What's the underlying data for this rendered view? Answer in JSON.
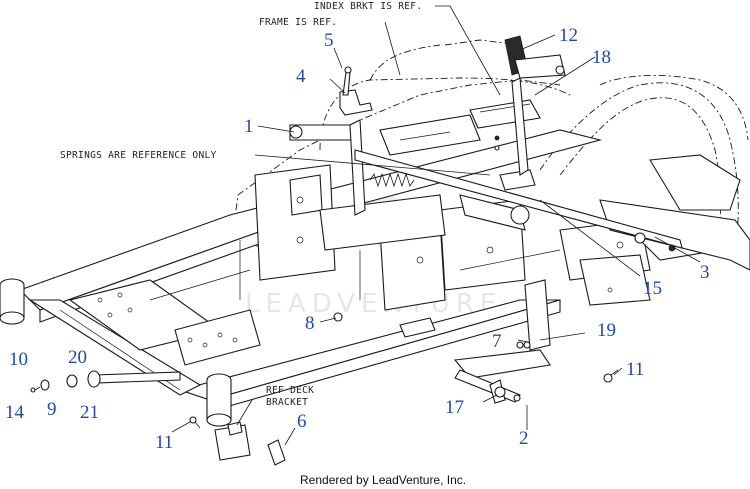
{
  "diagram": {
    "notes": {
      "index_bracket": "INDEX BRKT IS REF.",
      "frame": "FRAME IS REF.",
      "springs": "SPRINGS ARE REFERENCE ONLY",
      "ref_deck_line1": "REF DECK",
      "ref_deck_line2": "BRACKET"
    },
    "callouts": [
      {
        "id": "c1",
        "label": "1"
      },
      {
        "id": "c2",
        "label": "2"
      },
      {
        "id": "c3",
        "label": "3"
      },
      {
        "id": "c4",
        "label": "4"
      },
      {
        "id": "c5",
        "label": "5"
      },
      {
        "id": "c6",
        "label": "6"
      },
      {
        "id": "c7",
        "label": "7"
      },
      {
        "id": "c8",
        "label": "8"
      },
      {
        "id": "c9",
        "label": "9"
      },
      {
        "id": "c10",
        "label": "10"
      },
      {
        "id": "c11a",
        "label": "11"
      },
      {
        "id": "c11b",
        "label": "11"
      },
      {
        "id": "c12",
        "label": "12"
      },
      {
        "id": "c14",
        "label": "14"
      },
      {
        "id": "c15",
        "label": "15"
      },
      {
        "id": "c17",
        "label": "17"
      },
      {
        "id": "c18",
        "label": "18"
      },
      {
        "id": "c19",
        "label": "19"
      },
      {
        "id": "c20",
        "label": "20"
      },
      {
        "id": "c21",
        "label": "21"
      }
    ],
    "watermark": "LEADVENTURE",
    "footer": "Rendered by LeadVenture, Inc.",
    "colors": {
      "callout": "#1f4aa8",
      "line": "#1a1a1a",
      "watermark": "#e6e6e6"
    }
  }
}
